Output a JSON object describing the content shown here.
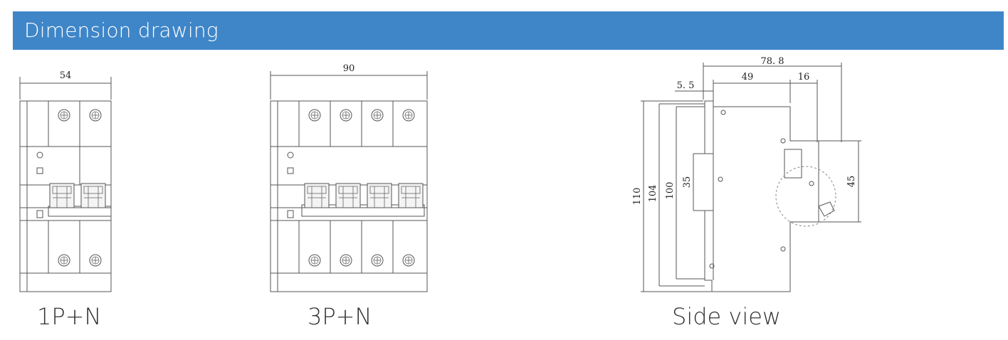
{
  "header": {
    "title": "Dimension drawing"
  },
  "captions": {
    "one_pole": "1P+N",
    "three_pole": "3P+N",
    "side": "Side view"
  },
  "dimensions": {
    "one_pole_width": "54",
    "three_pole_width": "90",
    "side_total_depth": "78. 8",
    "side_depth_49": "49",
    "side_depth_16": "16",
    "side_offset": "5. 5",
    "side_height_110": "110",
    "side_height_104": "104",
    "side_height_100": "100",
    "side_rail_35": "35",
    "side_handle_45": "45"
  },
  "colors": {
    "banner": "#3f86c8",
    "line": "#555555"
  }
}
